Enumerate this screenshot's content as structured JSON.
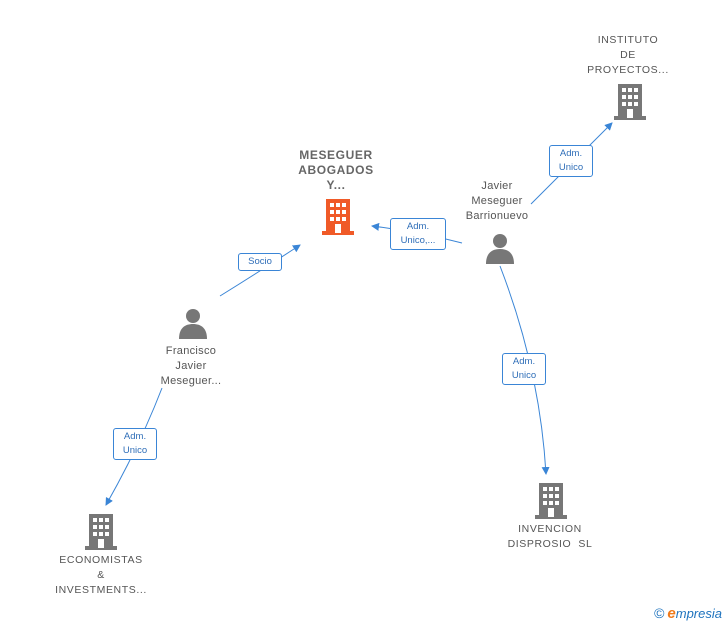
{
  "colors": {
    "main_company": "#f05a28",
    "company": "#777777",
    "person": "#777777",
    "edge": "#3a85d6",
    "edge_label_text": "#2f6eb8"
  },
  "nodes": {
    "meseguer": {
      "lines": [
        "MESEGUER",
        "ABOGADOS",
        "Y..."
      ],
      "icon": "building-icon"
    },
    "instituto": {
      "lines": [
        "INSTITUTO",
        "DE",
        "PROYECTOS..."
      ],
      "icon": "building-icon"
    },
    "javier": {
      "lines": [
        "Javier",
        "Meseguer",
        "Barrionuevo"
      ],
      "icon": "person-icon"
    },
    "francisco": {
      "lines": [
        "Francisco",
        "Javier",
        "Meseguer..."
      ],
      "icon": "person-icon"
    },
    "economistas": {
      "lines": [
        "ECONOMISTAS",
        "&",
        "INVESTMENTS..."
      ],
      "icon": "building-icon"
    },
    "invencion": {
      "lines": [
        "INVENCION",
        "DISPROSIO  SL"
      ],
      "icon": "building-icon"
    }
  },
  "edges": {
    "javier_instituto": {
      "lines": [
        "Adm.",
        "Unico"
      ]
    },
    "javier_meseguer": {
      "lines": [
        "Adm.",
        "Unico,..."
      ]
    },
    "francisco_meseguer": {
      "lines": [
        "Socio"
      ]
    },
    "javier_invencion": {
      "lines": [
        "Adm.",
        "Unico"
      ]
    },
    "francisco_economistas": {
      "lines": [
        "Adm.",
        "Unico"
      ]
    }
  },
  "footer": {
    "copyright": "©",
    "brand_initial": "e",
    "brand_rest": "mpresia"
  }
}
